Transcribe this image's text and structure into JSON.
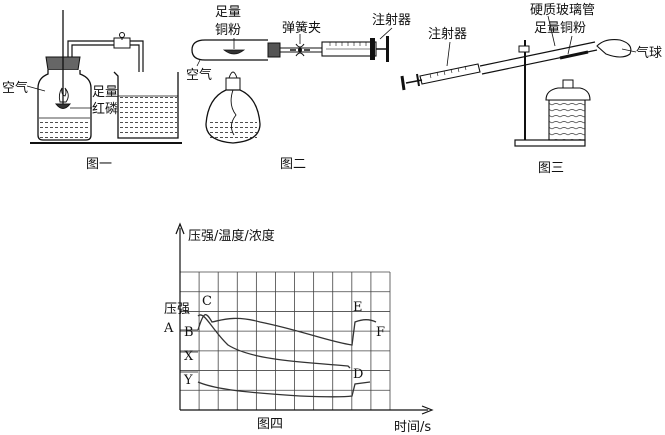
{
  "figure1": {
    "caption": "图一",
    "label_air": "空气",
    "label_enough": "足量",
    "label_red_phosphorus": "红磷"
  },
  "figure2": {
    "caption": "图二",
    "label_copper_line1": "足量",
    "label_copper_line2": "铜粉",
    "label_clamp": "弹簧夹",
    "label_syringe": "注射器",
    "label_air": "空气"
  },
  "figure3": {
    "caption": "图三",
    "label_tube": "硬质玻璃管",
    "label_copper": "足量铜粉",
    "label_syringe": "注射器",
    "label_balloon": "气球"
  },
  "figure4": {
    "caption": "图四",
    "y_axis_title": "压强/温度/浓度",
    "x_axis_title": "时间/s",
    "curve_label_pressure": "压强",
    "point_A": "A",
    "point_B": "B",
    "point_C": "C",
    "point_D": "D",
    "point_E": "E",
    "point_F": "F",
    "point_X": "X",
    "point_Y": "Y"
  }
}
